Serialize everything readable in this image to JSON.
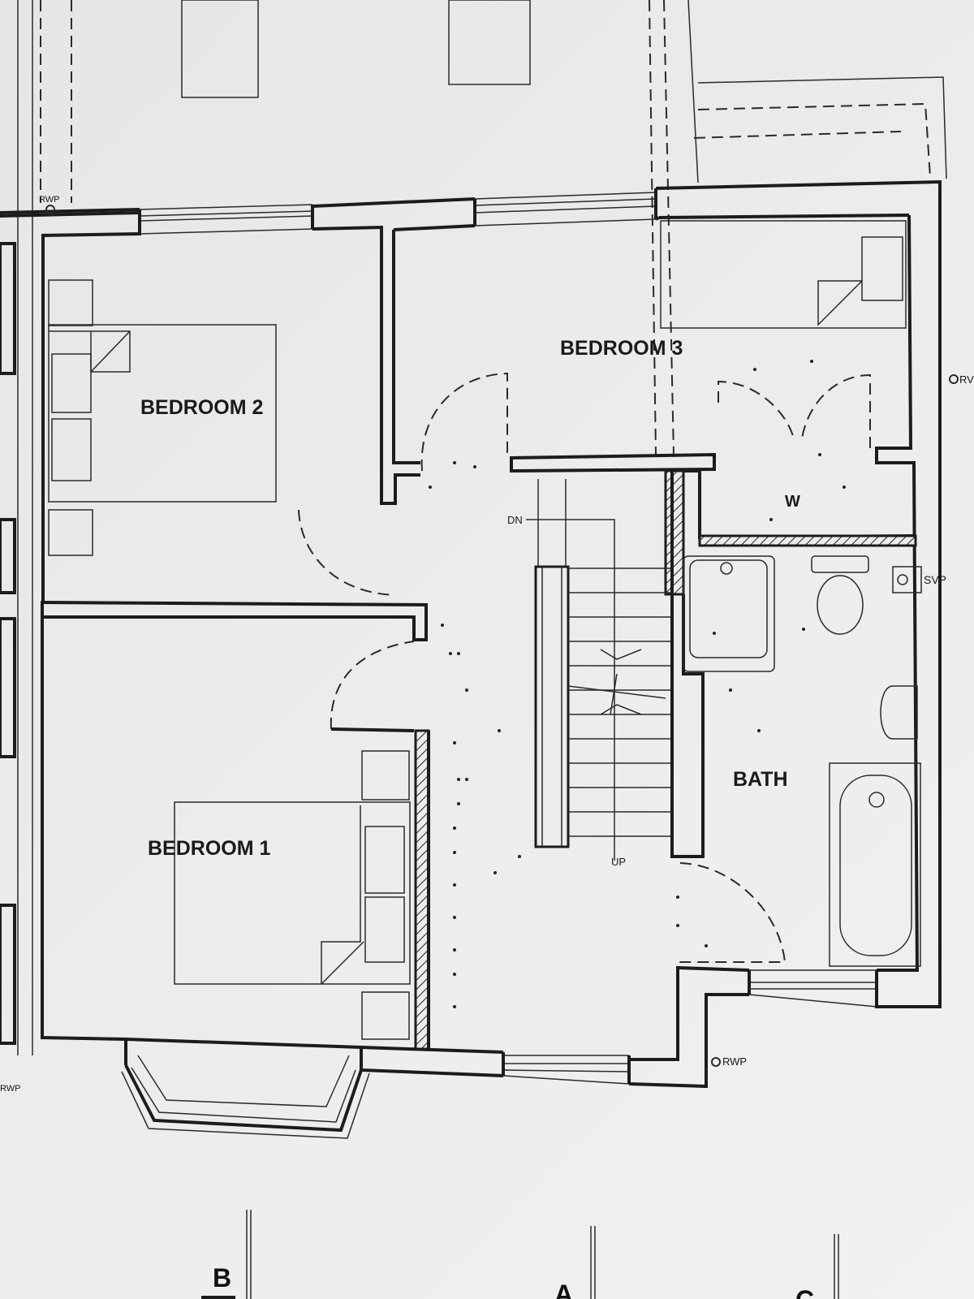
{
  "rooms": {
    "bedroom1": "BEDROOM 1",
    "bedroom2": "BEDROOM 2",
    "bedroom3": "BEDROOM 3",
    "bath": "BATH",
    "wc": "W"
  },
  "annotations": {
    "stairs_down": "DN",
    "stairs_up": "UP",
    "rwp": "RWP",
    "rwp_right_cut": "RV",
    "svp": "SVP"
  },
  "section_markers": [
    "B",
    "A",
    "C"
  ],
  "colors": {
    "ink": "#1c1c1c",
    "paper": "#ebebe9"
  }
}
